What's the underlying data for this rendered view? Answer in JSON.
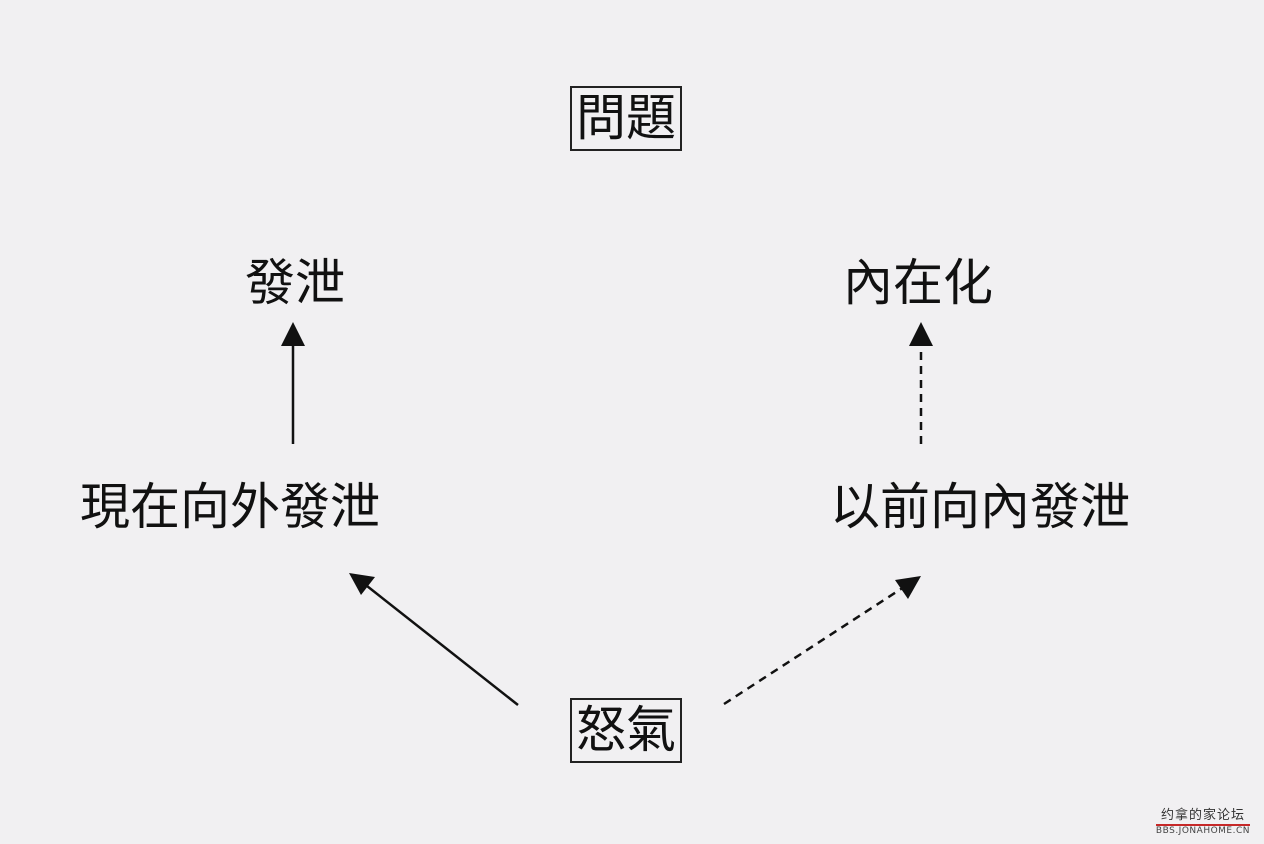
{
  "diagram": {
    "nodes": {
      "problem": "問題",
      "vent": "發泄",
      "internalize": "內在化",
      "now_outward": "現在向外發泄",
      "past_inward": "以前向內發泄",
      "anger": "怒氣"
    },
    "edges": [
      {
        "from": "now_outward",
        "to": "vent",
        "style": "solid"
      },
      {
        "from": "anger",
        "to": "now_outward",
        "style": "solid"
      },
      {
        "from": "past_inward",
        "to": "internalize",
        "style": "dashed"
      },
      {
        "from": "anger",
        "to": "past_inward",
        "style": "dashed"
      }
    ]
  },
  "watermark": {
    "main": "约拿的家论坛",
    "url": "BBS.JONAHOME.CN"
  }
}
